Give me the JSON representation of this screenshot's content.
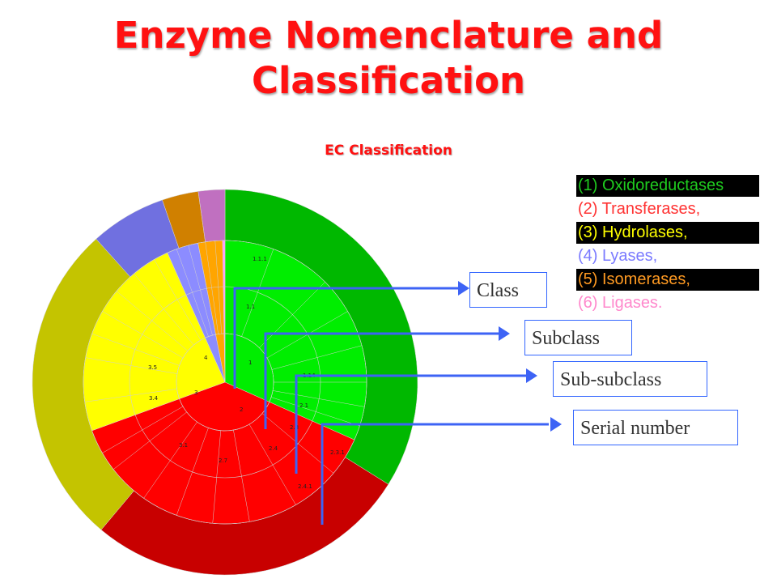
{
  "title_line1": "Enzyme Nomenclature and",
  "title_line2": "Classification",
  "subtitle": "EC Classification",
  "legend": [
    {
      "text": "(1) Oxidoreductases",
      "color": "#1fcc1f",
      "dark": true
    },
    {
      "text": "(2) Transferases,",
      "color": "#ff3333",
      "dark": false
    },
    {
      "text": "(3) Hydrolases,",
      "color": "#ffff00",
      "dark": true
    },
    {
      "text": "(4) Lyases,",
      "color": "#7b7bff",
      "dark": false
    },
    {
      "text": "(5) Isomerases,",
      "color": "#ff9a22",
      "dark": true
    },
    {
      "text": "(6) Ligases.",
      "color": "#ff88cc",
      "dark": false
    }
  ],
  "labels": [
    "Class",
    "Subclass",
    "Sub-subclass",
    "Serial number"
  ],
  "chart_data": {
    "type": "sunburst",
    "classes": [
      {
        "name": "1",
        "color": "#00ee00",
        "outer_color": "#00b800"
      },
      {
        "name": "2",
        "color": "#ff0000",
        "outer_color": "#c80000"
      },
      {
        "name": "3",
        "color": "#ffff00",
        "outer_color": "#c4c400"
      },
      {
        "name": "4",
        "color": "#8c8cff",
        "outer_color": "#7070e0"
      },
      {
        "name": "5",
        "color": "#ffa500",
        "outer_color": "#d08000"
      },
      {
        "name": "6",
        "color": "#ff99ff",
        "outer_color": "#c070c0"
      }
    ],
    "segment_labels": [
      "1.1.1",
      "1.1",
      "1",
      "1.14",
      "2.1",
      "2.3",
      "2.3.1",
      "2.4",
      "2.4.1",
      "2",
      "2.7",
      "3",
      "3.1",
      "3.4",
      "3.5",
      "4"
    ]
  }
}
